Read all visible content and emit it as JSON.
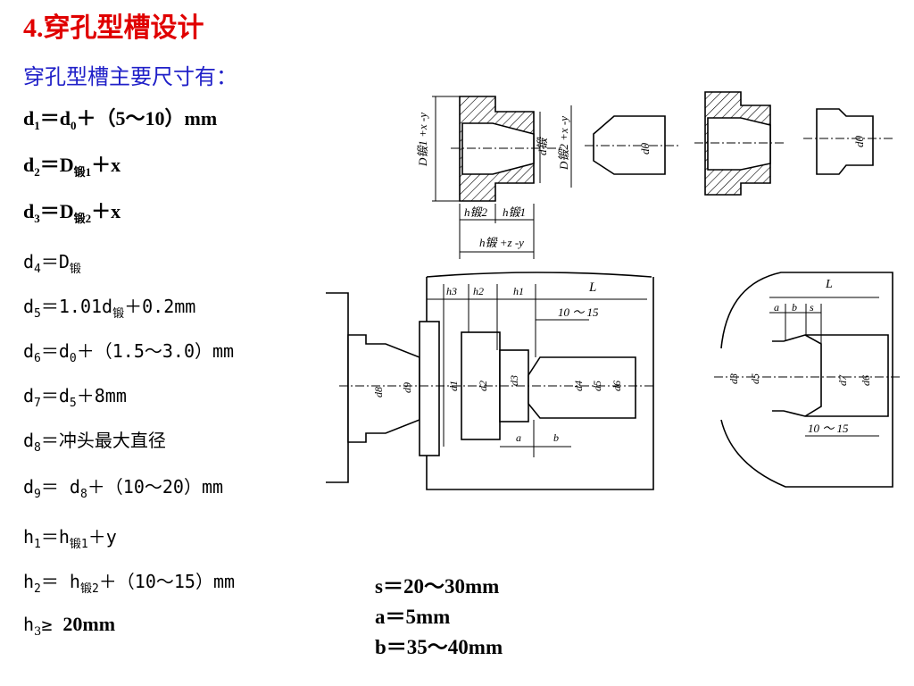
{
  "title": "4.穿孔型槽设计",
  "subtitle": "穿孔型槽主要尺寸有：",
  "formulas": {
    "d1": {
      "var": "d",
      "sub": "1",
      "eq": "＝d",
      "sub2": "0",
      "rest": "＋（5～10）mm"
    },
    "d2": {
      "var": "d",
      "sub": "2",
      "eq": "＝D",
      "sub2": "锻1",
      "rest": "＋x"
    },
    "d3": {
      "var": "d",
      "sub": "3",
      "eq": "＝D",
      "sub2": "锻2",
      "rest": "＋x"
    },
    "d4": {
      "var": "d",
      "sub": "4",
      "eq": "＝D",
      "sub2": "锻",
      "rest": ""
    },
    "d5": {
      "var": "d",
      "sub": "5",
      "eq": "＝1.01d",
      "sub2": "锻",
      "rest": "＋0.2mm"
    },
    "d6": {
      "var": "d",
      "sub": "6",
      "eq": "＝d",
      "sub2": "0",
      "rest": "＋（1.5～3.0）mm"
    },
    "d7": {
      "var": "d",
      "sub": "7",
      "eq": "＝d",
      "sub2": "5",
      "rest": "＋8mm"
    },
    "d8": {
      "var": "d",
      "sub": "8",
      "eq": "＝冲头最大直径",
      "sub2": "",
      "rest": ""
    },
    "d9": {
      "var": "d",
      "sub": "9",
      "eq": "＝ d",
      "sub2": "8",
      "rest": "＋（10～20）mm"
    },
    "h1": {
      "var": "h",
      "sub": "1",
      "eq": "＝h",
      "sub2": "锻1",
      "rest": "＋y"
    },
    "h2": {
      "var": "h",
      "sub": "2",
      "eq": "＝ h",
      "sub2": "锻2",
      "rest": "＋（10～15）mm"
    },
    "h3": {
      "var": "h",
      "sub": "3",
      "eq": "≥ ",
      "sub2": "",
      "rest": "20mm"
    }
  },
  "params": {
    "s": "s＝20～30mm",
    "a": "a＝5mm",
    "b": "b＝35～40mm"
  },
  "drawing_labels": {
    "top_left": {
      "D1": "D锻1 +x -y",
      "d_forge": "d锻",
      "D2": "D锻2 +x -y",
      "h_forge2": "h锻2",
      "h_forge1": "h锻1",
      "h_forge": "h锻 +z -y"
    },
    "top_small1": "d0",
    "top_small2": "d0",
    "mid": {
      "h3": "h3",
      "h2": "h2",
      "h1": "h1",
      "L": "L",
      "range": "10 ～ 15",
      "d8": "d8",
      "d9": "d9",
      "d1": "d1",
      "d2": "d2",
      "d3": "d3",
      "d4": "d4",
      "d5": "d5",
      "d6": "d6",
      "a": "a",
      "b": "b"
    },
    "right": {
      "L": "L",
      "a": "a",
      "b": "b",
      "s": "s",
      "d3": "d3",
      "d5": "d5",
      "d7": "d7",
      "d6": "d6",
      "range": "10 ～ 15"
    }
  },
  "colors": {
    "title": "#e00000",
    "subtitle": "#2020c8",
    "hatch": "#000000"
  }
}
